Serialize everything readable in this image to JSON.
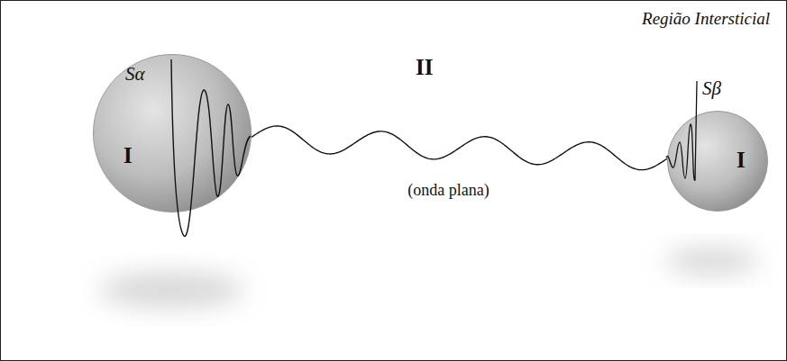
{
  "diagram": {
    "nodes": [
      {
        "text": [
          "Região Intersticial",
          "II"
        ]
      },
      {
        "text": [
          "Sα",
          "I"
        ],
        "in": 0
      },
      {
        "text": [
          "Sβ",
          "I"
        ],
        "in": 0
      }
    ],
    "edges": [
      {
        "from": 1,
        "to": 2,
        "arrow": "none",
        "label": "(onda plana)"
      }
    ]
  }
}
